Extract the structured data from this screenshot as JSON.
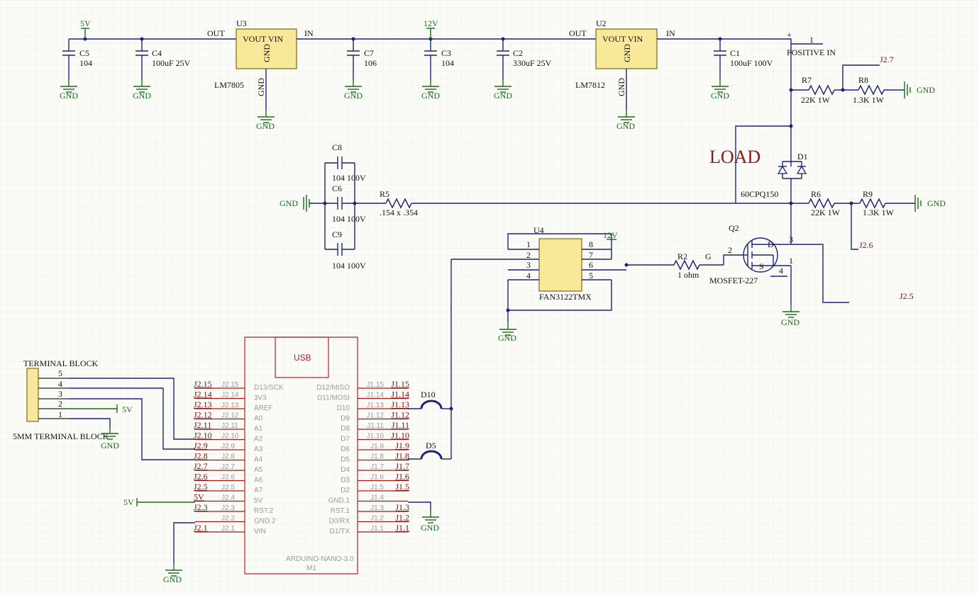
{
  "power": {
    "net_5v": "5V",
    "net_12v": "12V",
    "gnd": "GND",
    "u3_ref": "U3",
    "u3_pins": "VOUT  VIN",
    "u3_gnd": "GND",
    "u3_gnd_out": "GND",
    "u3_part": "LM7805",
    "u2_ref": "U2",
    "u2_pins": "VOUT  VIN",
    "u2_gnd": "GND",
    "u2_gnd_out": "GND",
    "u2_part": "LM7812",
    "out_label": "OUT",
    "in_label": "IN",
    "c5_ref": "C5",
    "c5_val": "104",
    "c4_ref": "C4",
    "c4_val": "100uF  25V",
    "c7_ref": "C7",
    "c7_val": "106",
    "c3_ref": "C3",
    "c3_val": "104",
    "c2_ref": "C2",
    "c2_val": "330uF  25V",
    "c1_ref": "C1",
    "c1_val": "100uF  100V",
    "positive_in": "POSITIVE IN",
    "pin_1": "1",
    "plus": "+"
  },
  "sense": {
    "r7_ref": "R7",
    "r7_val": "22K 1W",
    "r8_ref": "R8",
    "r8_val": "1.3K 1W",
    "j27": "J2.7",
    "r6_ref": "R6",
    "r6_val": "22K 1W",
    "r9_ref": "R9",
    "r9_val": "1.3K 1W",
    "j26": "J2.6",
    "j25": "J2.5"
  },
  "load": {
    "label": "LOAD",
    "d1_ref": "D1",
    "d1_part": "60CPQ150"
  },
  "snubber": {
    "c8_ref": "C8",
    "c8_val": "104  100V",
    "c6_ref": "C6",
    "c6_val": "104  100V",
    "c9_ref": "C9",
    "c9_val": "104  100V",
    "r5_ref": "R5",
    "r5_val": ".154 x .354"
  },
  "driver": {
    "u4_ref": "U4",
    "u4_part": "FAN3122TMX",
    "pin1": "1",
    "pin2": "2",
    "pin3": "3",
    "pin4": "4",
    "pin5": "5",
    "pin6": "6",
    "pin7": "7",
    "pin8": "8",
    "r2_ref": "R2",
    "r2_val": "1 ohm",
    "g_label": "G",
    "q2_ref": "Q2",
    "q2_part": "MOSFET-227",
    "q_pin2": "2",
    "q_pin3": "3",
    "q_pin1": "1",
    "q_pin4": "4",
    "d_label": "D",
    "s_label": "S"
  },
  "terminal": {
    "title": "TERMINAL BLOCK",
    "subtitle": "5MM TERMINAL BLOCK",
    "pins": [
      "5",
      "4",
      "3",
      "2",
      "1"
    ],
    "net_5v": "5V"
  },
  "nano": {
    "usb": "USB",
    "part": "ARDUINO-NANO-3.0",
    "ref": "M1",
    "left": [
      {
        "pin": "J2.15",
        "inner": "J2.15",
        "func": "D13/SCK"
      },
      {
        "pin": "J2.14",
        "inner": "J2.14",
        "func": "3V3"
      },
      {
        "pin": "J2.13",
        "inner": "J2.13",
        "func": "AREF"
      },
      {
        "pin": "J2.12",
        "inner": "J2.12",
        "func": "A0"
      },
      {
        "pin": "J2.11",
        "inner": "J2.11",
        "func": "A1"
      },
      {
        "pin": "J2.10",
        "inner": "J2.10",
        "func": "A2"
      },
      {
        "pin": "J2.9",
        "inner": "J2.9",
        "func": "A3"
      },
      {
        "pin": "J2.8",
        "inner": "J2.8",
        "func": "A4"
      },
      {
        "pin": "J2.7",
        "inner": "J2.7",
        "func": "A5"
      },
      {
        "pin": "J2.6",
        "inner": "J2.6",
        "func": "A6"
      },
      {
        "pin": "J2.5",
        "inner": "J2.5",
        "func": "A7"
      },
      {
        "pin": "5V",
        "inner": "J2.4",
        "func": "5V"
      },
      {
        "pin": "J2.3",
        "inner": "J2.3",
        "func": "RST.2"
      },
      {
        "pin": "",
        "inner": "J2.2",
        "func": "GND.2"
      },
      {
        "pin": "J2.1",
        "inner": "J2.1",
        "func": "VIN"
      }
    ],
    "right": [
      {
        "pin": "J1.15",
        "inner": "J1.15",
        "func": "D12/MISO"
      },
      {
        "pin": "J1.14",
        "inner": "J1.14",
        "func": "D11/MOSI"
      },
      {
        "pin": "J1.13",
        "inner": "J1.13",
        "func": "D10"
      },
      {
        "pin": "J1.12",
        "inner": "J1.12",
        "func": "D9"
      },
      {
        "pin": "J1.11",
        "inner": "J1.11",
        "func": "D8"
      },
      {
        "pin": "J1.10",
        "inner": "J1.10",
        "func": "D7"
      },
      {
        "pin": "J1.9",
        "inner": "J1.9",
        "func": "D6"
      },
      {
        "pin": "J1.8",
        "inner": "J1.8",
        "func": "D5"
      },
      {
        "pin": "J1.7",
        "inner": "J1.7",
        "func": "D4"
      },
      {
        "pin": "J1.6",
        "inner": "J1.6",
        "func": "D3"
      },
      {
        "pin": "J1.5",
        "inner": "J1.5",
        "func": "D2"
      },
      {
        "pin": "",
        "inner": "J1.4",
        "func": "GND.1"
      },
      {
        "pin": "J1.3",
        "inner": "J1.3",
        "func": "RST.1"
      },
      {
        "pin": "J1.2",
        "inner": "J1.2",
        "func": "D0/RX"
      },
      {
        "pin": "J1.1",
        "inner": "J1.1",
        "func": "D1/TX"
      }
    ],
    "d10": "D10",
    "d5": "D5",
    "net_5v": "5V"
  },
  "colors": {
    "wire": "#1c2378",
    "ground": "#1c6b1c",
    "component_fill": "#f7e89a",
    "nano_outline": "#b02020",
    "grid": "#e8e8e4"
  }
}
